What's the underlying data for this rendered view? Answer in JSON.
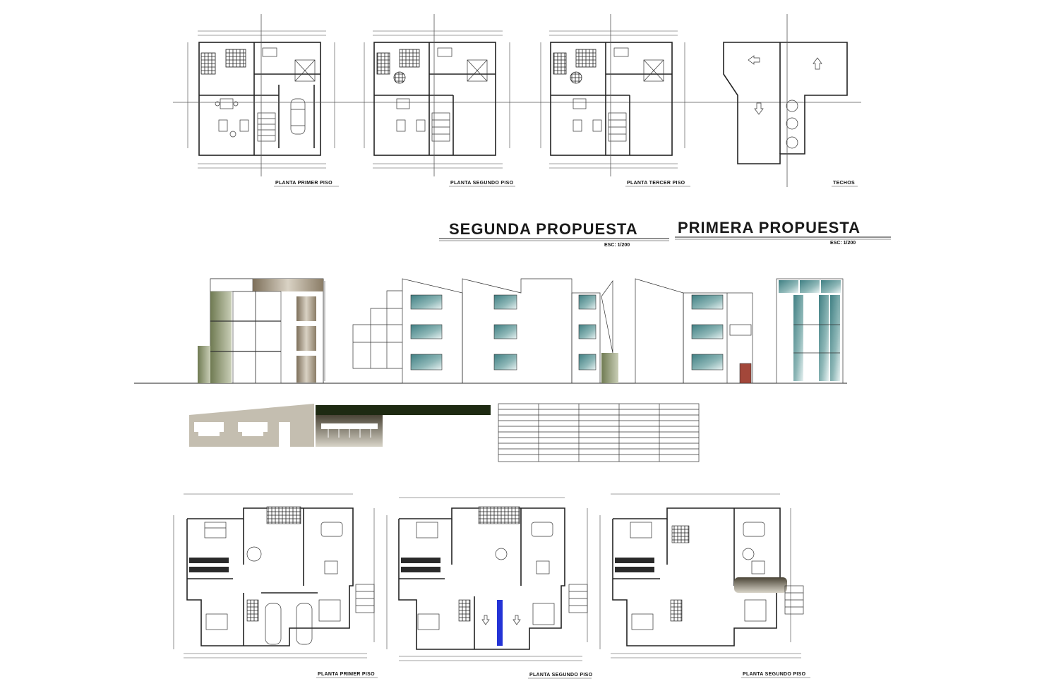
{
  "sheet": {
    "colors": {
      "line": "#222222",
      "glass": "#4d8a8c",
      "olive_glass": "#8f9a74",
      "wood": "#c6bfb2",
      "dark_olive": "#4f5438",
      "door_red": "#a3473a",
      "ramp_blue": "#2433d6",
      "tile": "#2a2a2a"
    }
  },
  "top_plans": {
    "labels": [
      "PLANTA PRIMER PISO",
      "PLANTA SEGUNDO PISO",
      "PLANTA TERCER PISO",
      "TECHOS"
    ],
    "roof_arrow_icons": [
      "arrow-left-icon",
      "arrow-up-icon",
      "arrow-down-icon"
    ]
  },
  "titles": {
    "segunda": "SEGUNDA PROPUESTA",
    "primera": "PRIMERA PROPUESTA",
    "scale_1": "ESC: 1/200",
    "scale_2": "ESC: 1/200"
  },
  "bottom_plans": {
    "labels": [
      "PLANTA PRIMER PISO",
      "PLANTA SEGUNDO PISO",
      "PLANTA SEGUNDO PISO"
    ]
  }
}
